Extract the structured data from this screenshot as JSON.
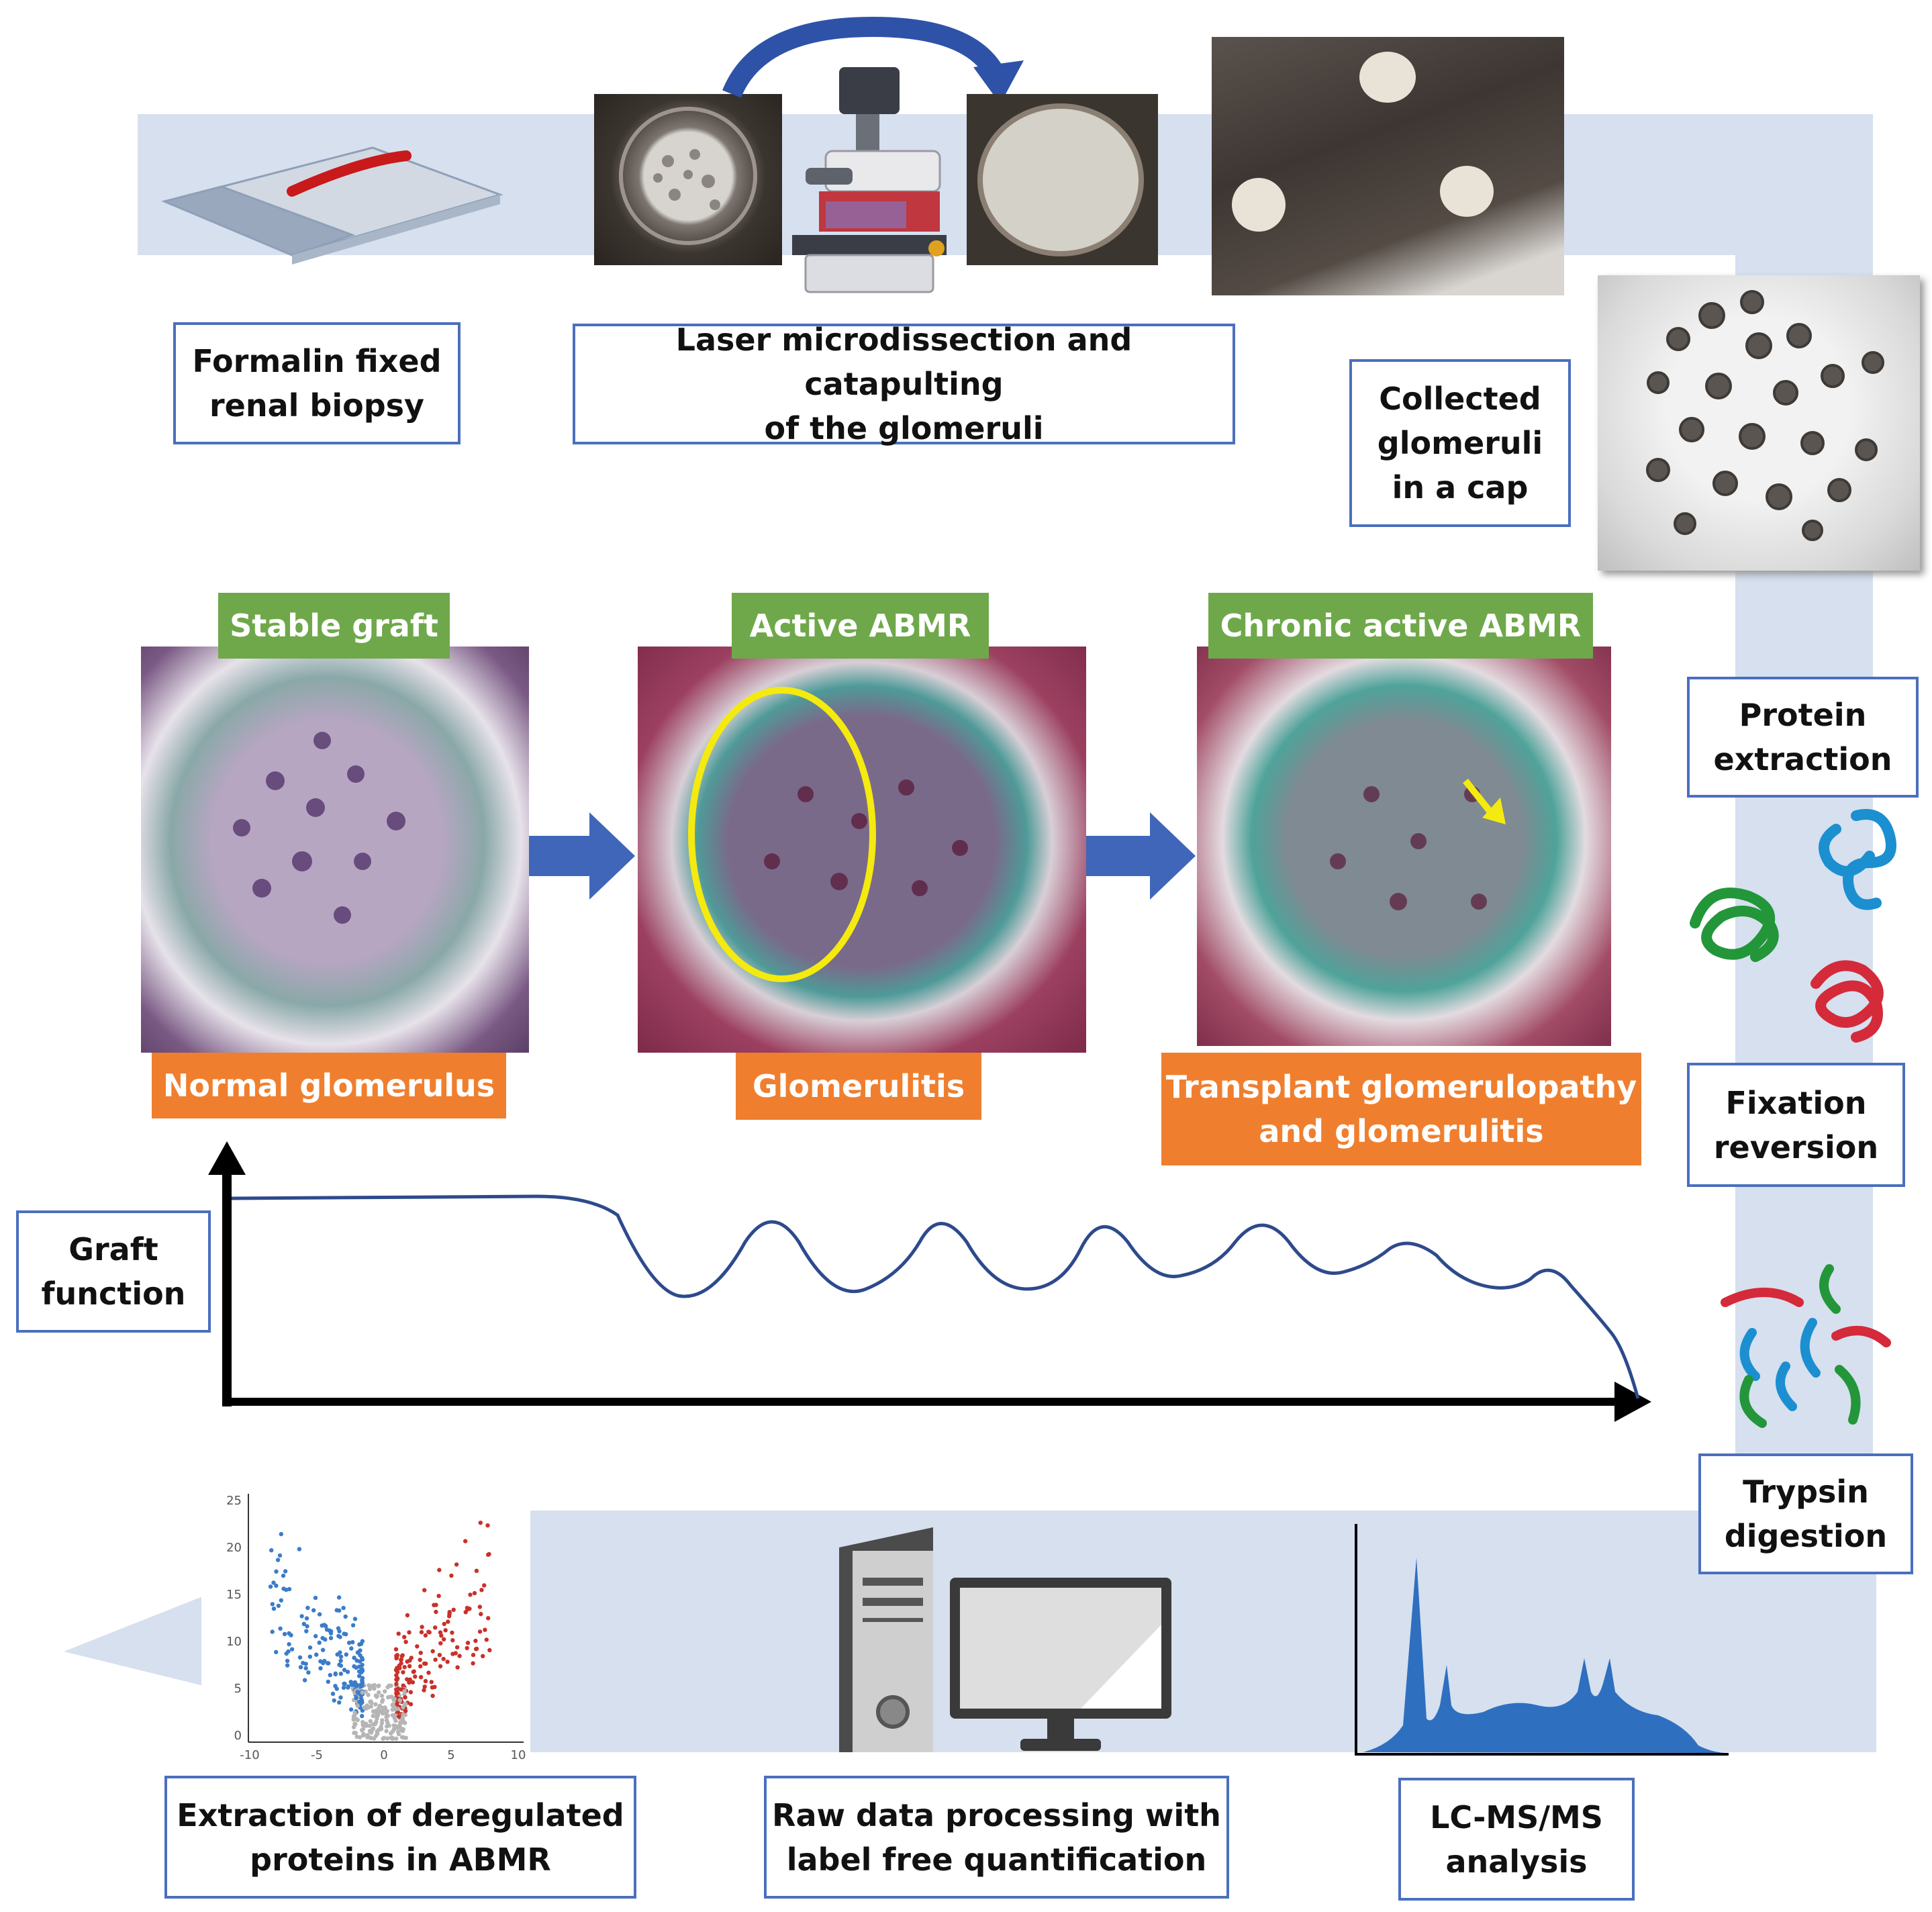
{
  "steps": {
    "biopsy": "Formalin fixed\nrenal biopsy",
    "laser": "Laser microdissection and catapulting\nof the glomeruli",
    "collected": "Collected\nglomeruli\nin a cap",
    "protein_extraction": "Protein\nextraction",
    "fixation_reversal": "Fixation\nreversion",
    "trypsin": "Trypsin\ndigestion",
    "lcms": "LC-MS/MS\nanalysis",
    "raw_data": "Raw data processing with\nlabel free quantification",
    "extraction_deregulated": "Extraction of deregulated\nproteins in ABMR"
  },
  "stages": [
    {
      "status": "Stable graft",
      "finding": "Normal glomerulus"
    },
    {
      "status": "Active ABMR",
      "finding": "Glomerulitis"
    },
    {
      "status": "Chronic active ABMR",
      "finding": "Transplant glomerulopathy\nand glomerulitis"
    }
  ],
  "graph": {
    "ylabel": "Graft\nfunction"
  },
  "volcano": {
    "x_ticks": [
      "-10",
      "-5",
      "0",
      "5",
      "10"
    ],
    "y_ticks": [
      "0",
      "5",
      "10",
      "15",
      "20",
      "25"
    ]
  },
  "colors": {
    "band": "#d6e0ef",
    "box_border": "#4a6fbd",
    "green": "#6fa84a",
    "orange": "#ef7f2e",
    "arrow_blue": "#3f66b8",
    "curve": "#2e4a8c",
    "volcano_up": "#c8312a",
    "volcano_down": "#3b7cc9",
    "volcano_ns": "#b5b5b5"
  }
}
